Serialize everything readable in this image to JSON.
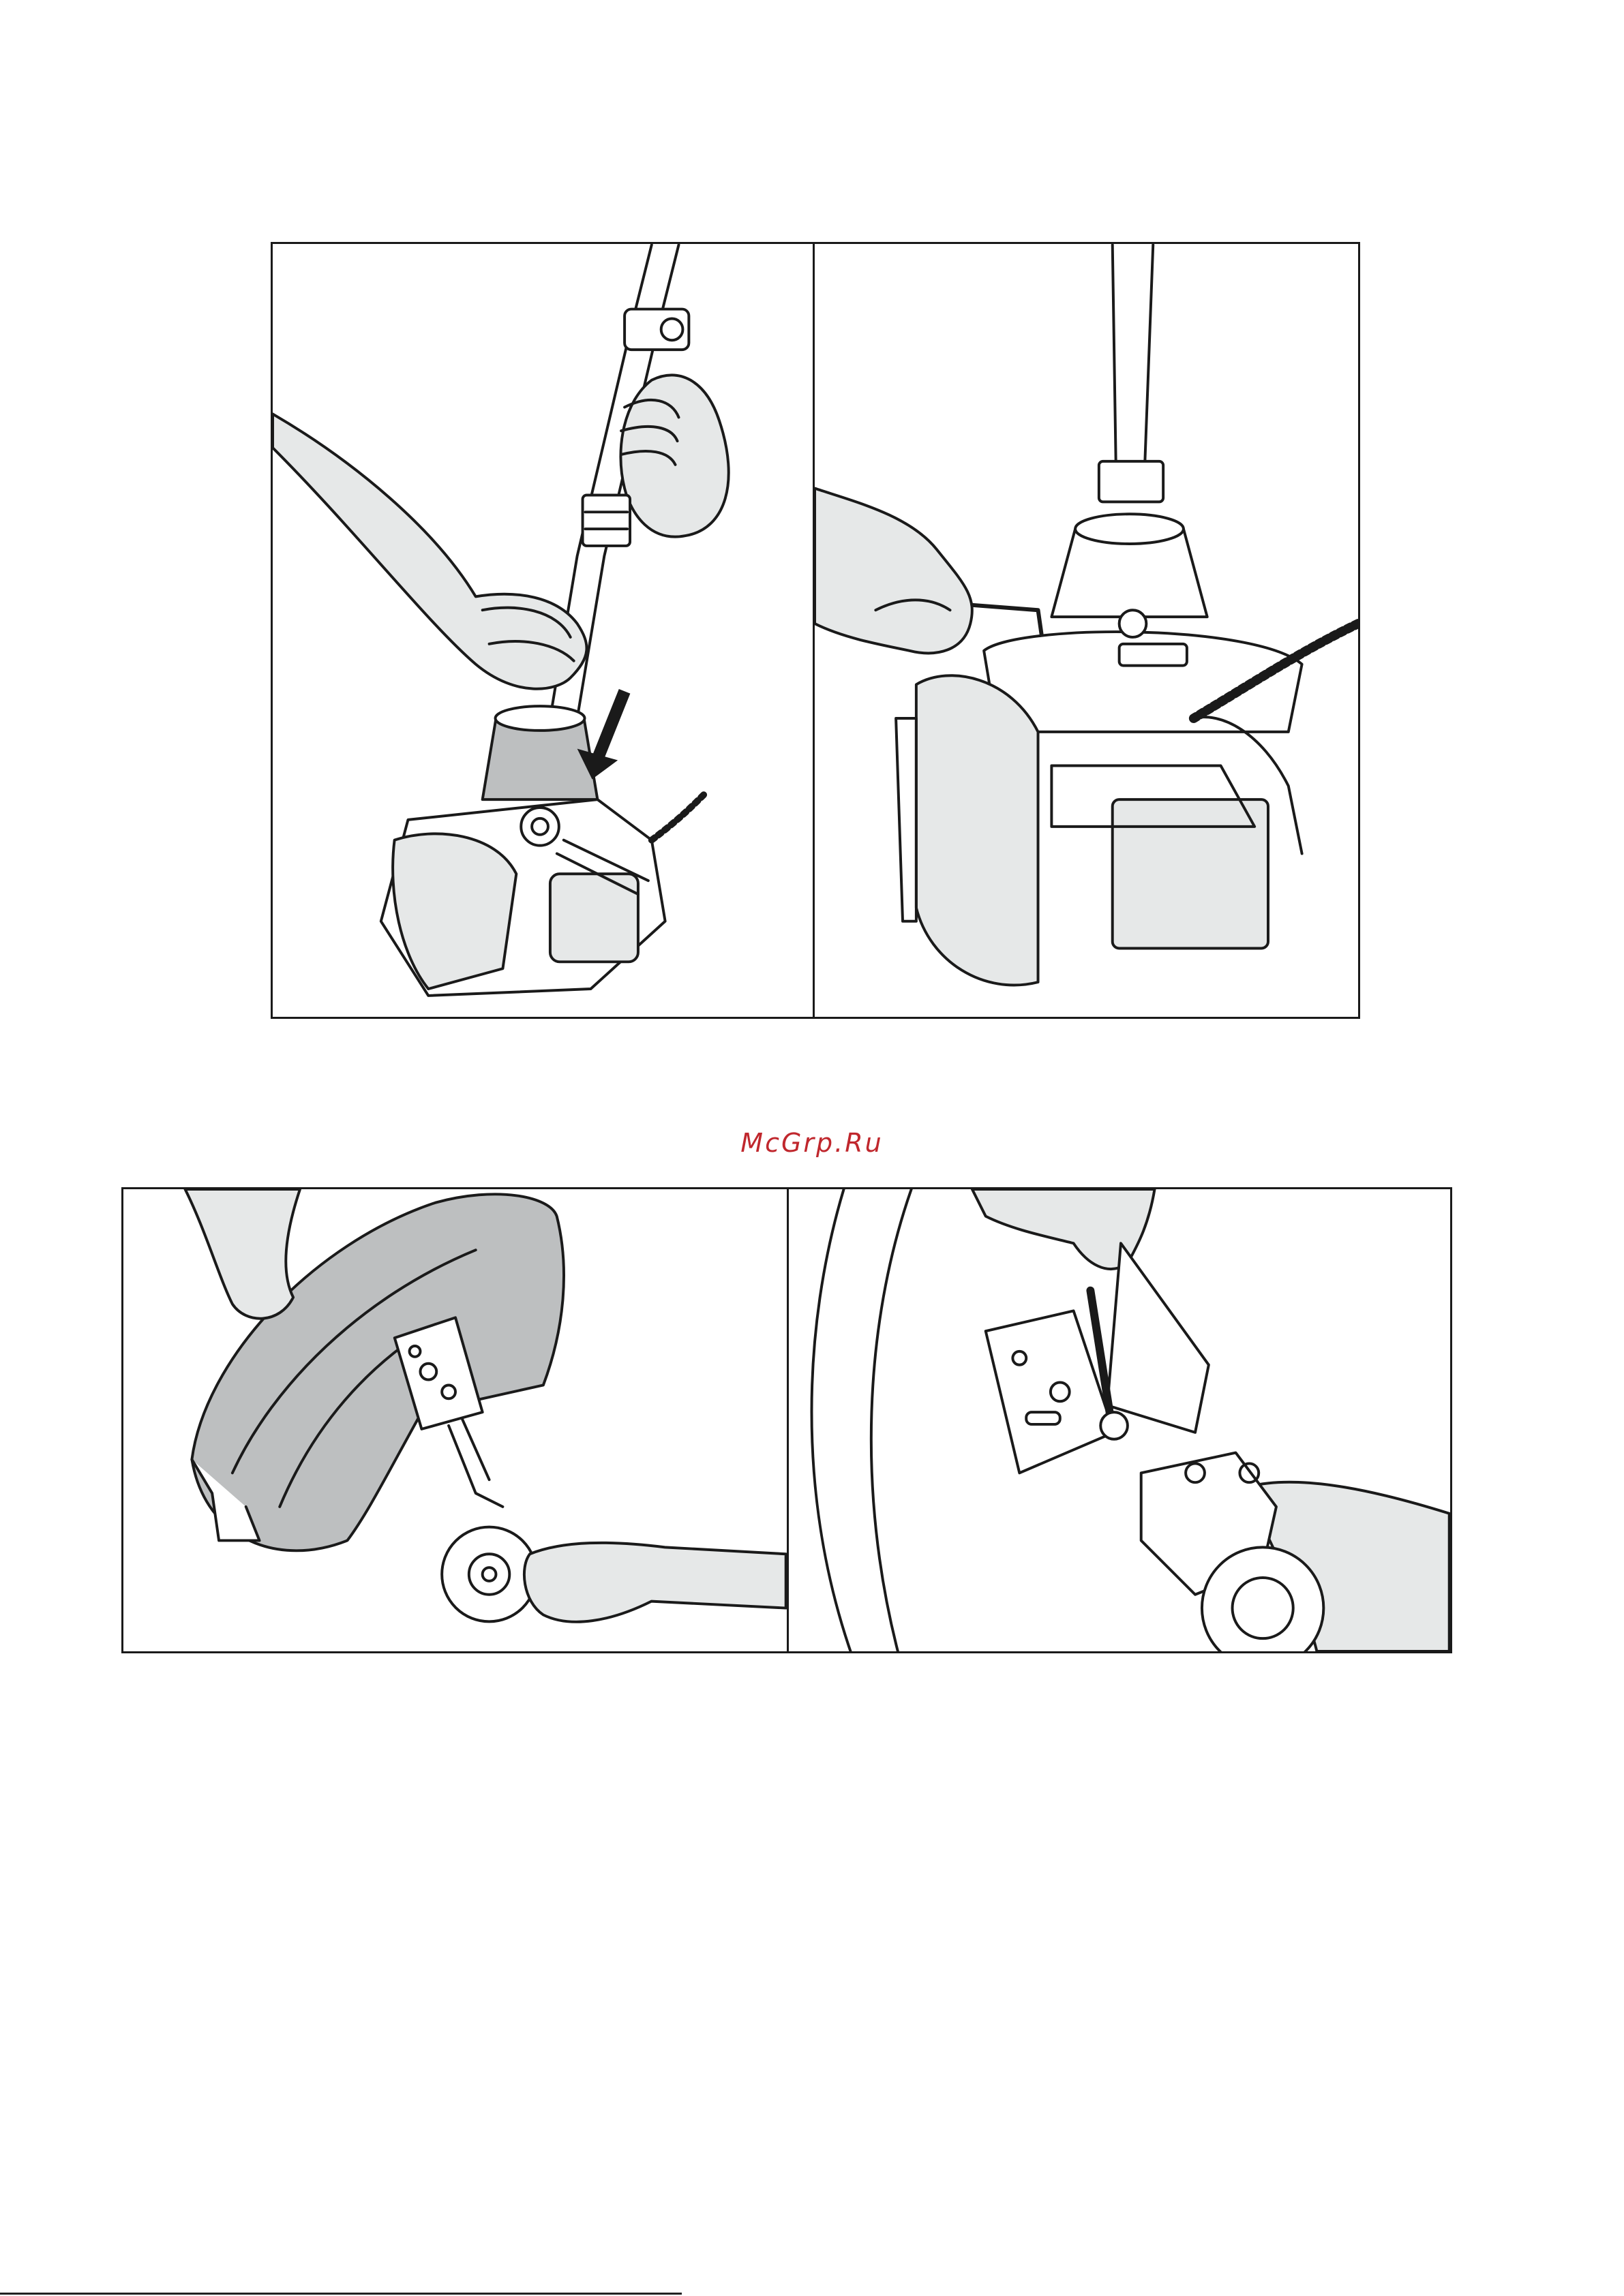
{
  "watermark": {
    "text": "McGrp.Ru",
    "color": "#c0272d"
  },
  "figures": [
    {
      "id": "p1",
      "icon": "trimmer-shaft-attach-illustration",
      "arrow_icon": "down-arrow-icon"
    },
    {
      "id": "p2",
      "icon": "trimmer-gearbox-tighten-illustration"
    },
    {
      "id": "p3",
      "icon": "guard-mount-illustration"
    },
    {
      "id": "p4",
      "icon": "guard-bolt-wrench-illustration"
    }
  ],
  "colors": {
    "line": "#1a1a1a",
    "fill_light": "#e6e8e8",
    "fill_dark": "#bdbfc0",
    "accent": "#c0272d"
  }
}
